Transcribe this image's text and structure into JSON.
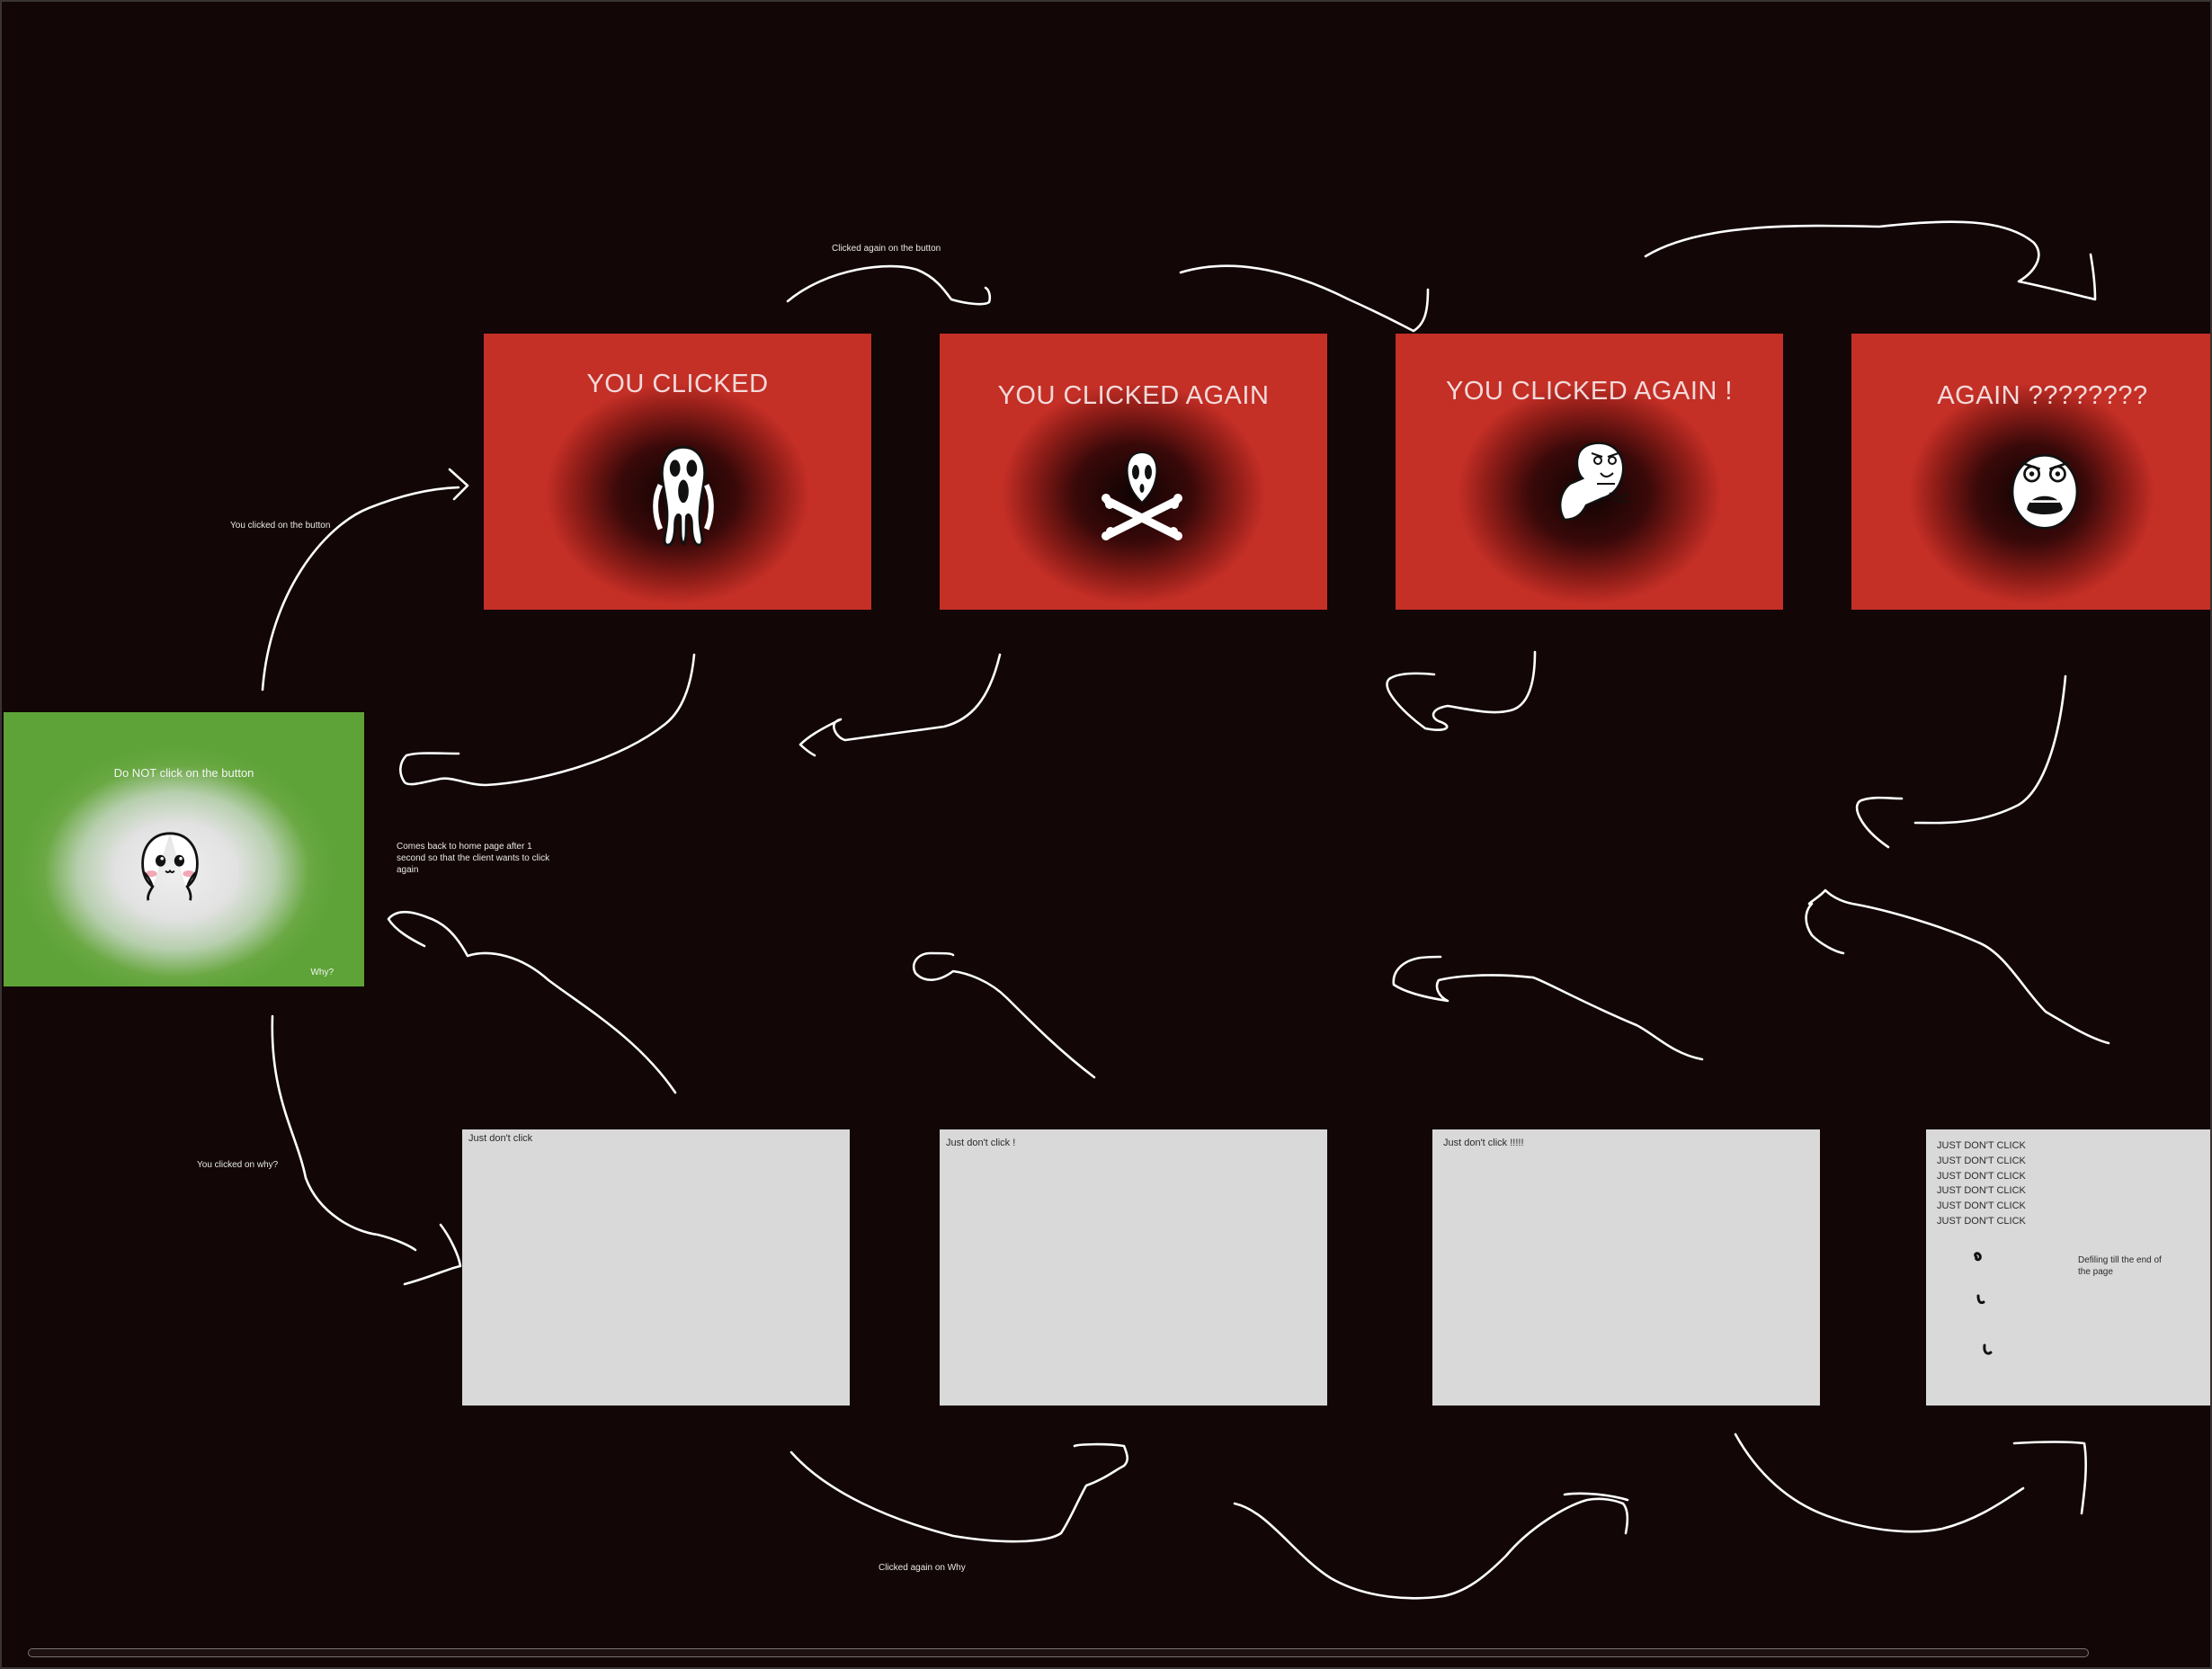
{
  "colors": {
    "canvas_bg": "#120606",
    "red_frame": "#c42f26",
    "green_frame": "#5da338",
    "gray_frame": "#d9d9d9",
    "arrow_stroke": "#ffffff"
  },
  "home": {
    "title": "Do NOT click on the button",
    "why_label": "Why?",
    "icon": "blushing-ghost-icon"
  },
  "red_screens": [
    {
      "title": "YOU CLICKED",
      "icon": "scream-ghost-icon"
    },
    {
      "title": "YOU CLICKED AGAIN",
      "icon": "skull-crossbones-icon"
    },
    {
      "title": "YOU CLICKED AGAIN !",
      "icon": "y-u-no-meme-icon"
    },
    {
      "title": "AGAIN ????????",
      "icon": "rage-face-icon"
    }
  ],
  "gray_screens": [
    {
      "text": "Just don't click"
    },
    {
      "text": "Just don't click !"
    },
    {
      "text": "Just don't click !!!!!"
    },
    {
      "lines": [
        "JUST DON'T CLICK",
        "JUST DON'T CLICK",
        "JUST DON'T CLICK",
        "JUST DON'T CLICK",
        "JUST DON'T CLICK",
        "JUST DON'T CLICK"
      ],
      "note": "Defiling till the end of the page"
    }
  ],
  "annotations": {
    "clicked_again_button": "Clicked again on the button",
    "clicked_button": "You clicked on the button",
    "comes_back": "Comes back to home page after 1 second so that the client wants to click again",
    "clicked_why": "You clicked on why?",
    "clicked_again_why": "Clicked again on Why"
  }
}
